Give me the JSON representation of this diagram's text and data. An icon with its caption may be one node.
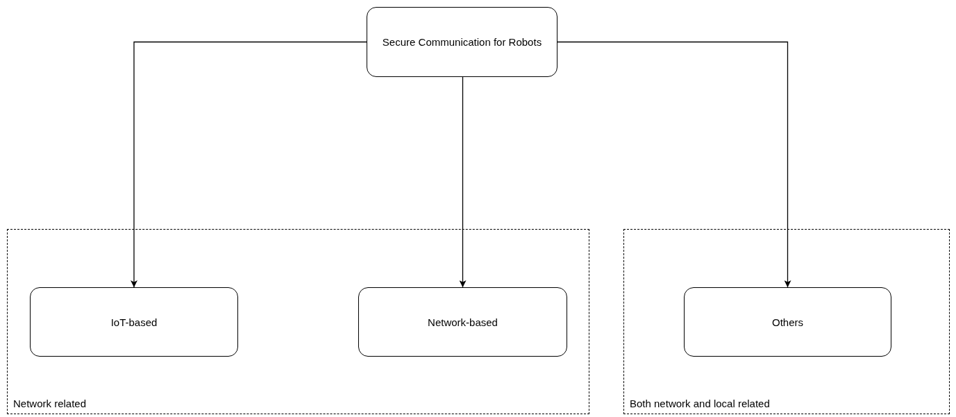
{
  "diagram": {
    "nodes": [
      {
        "text": [
          "Secure Communication for Robots"
        ]
      },
      {
        "text": [
          "Network related"
        ]
      },
      {
        "text": [
          "IoT-based"
        ],
        "in": 1
      },
      {
        "text": [
          "Network-based"
        ],
        "in": 1
      },
      {
        "text": [
          "Both network and local related"
        ]
      },
      {
        "text": [
          "Others"
        ],
        "in": 4
      }
    ],
    "edges": [
      {
        "from": 0,
        "to": 2,
        "arrow": "to"
      },
      {
        "from": 0,
        "to": 3,
        "arrow": "to"
      },
      {
        "from": 0,
        "to": 5,
        "arrow": "to"
      }
    ]
  }
}
